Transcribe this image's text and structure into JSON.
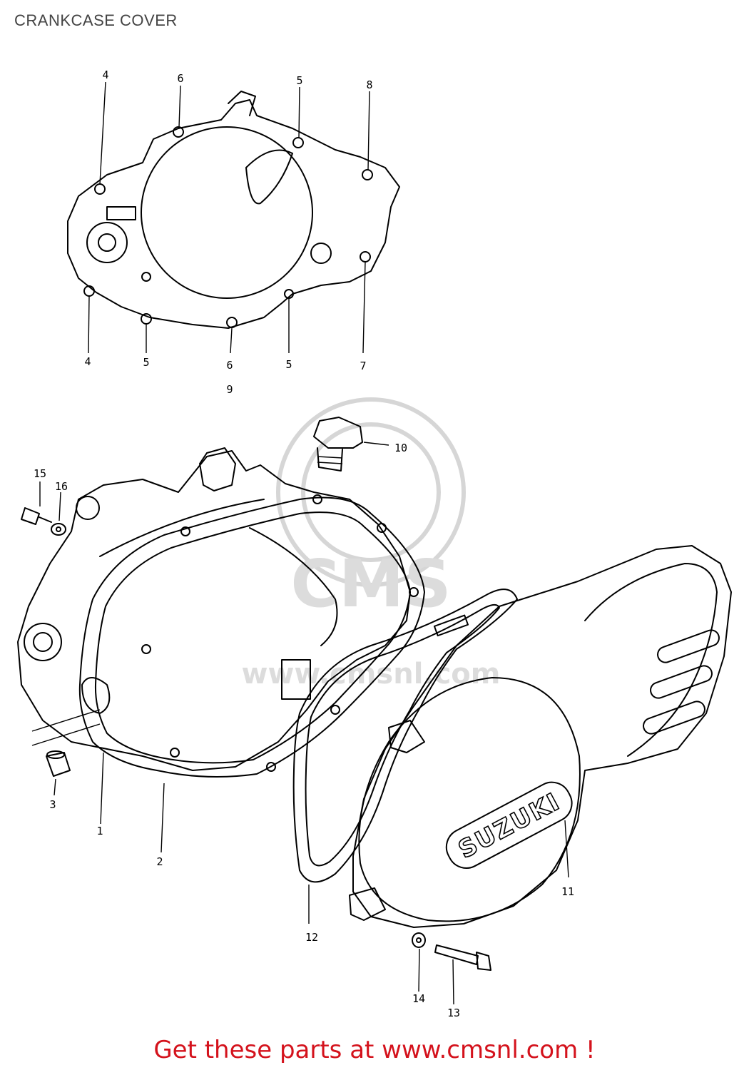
{
  "header": {
    "title": "CRANKCASE COVER"
  },
  "footer": {
    "cta": "Get these parts at www.cmsnl.com !"
  },
  "watermark": {
    "line1": "CMS",
    "line2": "www.cmsnl.com"
  },
  "cover_stamp": "SUZUKI",
  "callouts": {
    "c_top_4": "4",
    "c_top_6": "6",
    "c_top_5": "5",
    "c_top_8": "8",
    "c_bot_4": "4",
    "c_bot_5a": "5",
    "c_bot_6": "6",
    "c_bot_9": "9",
    "c_bot_5b": "5",
    "c_bot_7": "7",
    "c_10": "10",
    "c_15": "15",
    "c_16": "16",
    "c_3": "3",
    "c_1": "1",
    "c_2": "2",
    "c_11": "11",
    "c_12": "12",
    "c_13": "13",
    "c_14": "14"
  }
}
